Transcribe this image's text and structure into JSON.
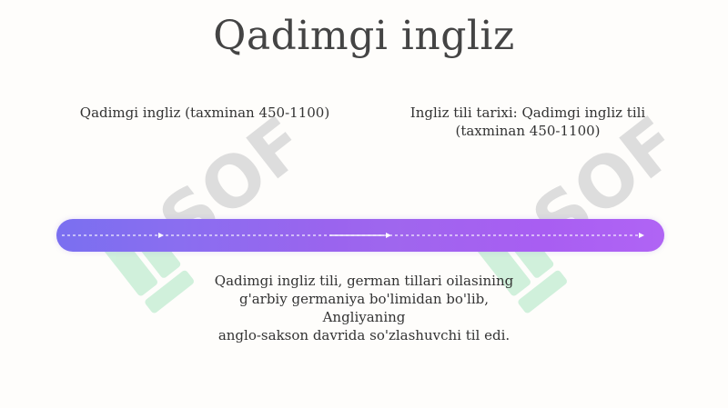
{
  "slide": {
    "title": "Qadimgi ingliz",
    "label_left": "Qadimgi ingliz (taxminan 450-1100)",
    "label_right_line1": "Ingliz tili tarixi: Qadimgi ingliz tili",
    "label_right_line2": "(taxminan 450-1100)",
    "description_line1": "Qadimgi ingliz tili, german tillari oilasining",
    "description_line2": "g'arbiy germaniya bo'limidan bo'lib, Angliyaning",
    "description_line3": "anglo-sakson davrida so'zlashuvchi til edi."
  },
  "watermark": {
    "text": "SOFT",
    "icon": "soft-logo-icon",
    "color_text": "#d9d9d9",
    "color_mark": "#bfe8cf"
  },
  "colors": {
    "bar_start": "#7a6ff0",
    "bar_end": "#b064f4"
  }
}
